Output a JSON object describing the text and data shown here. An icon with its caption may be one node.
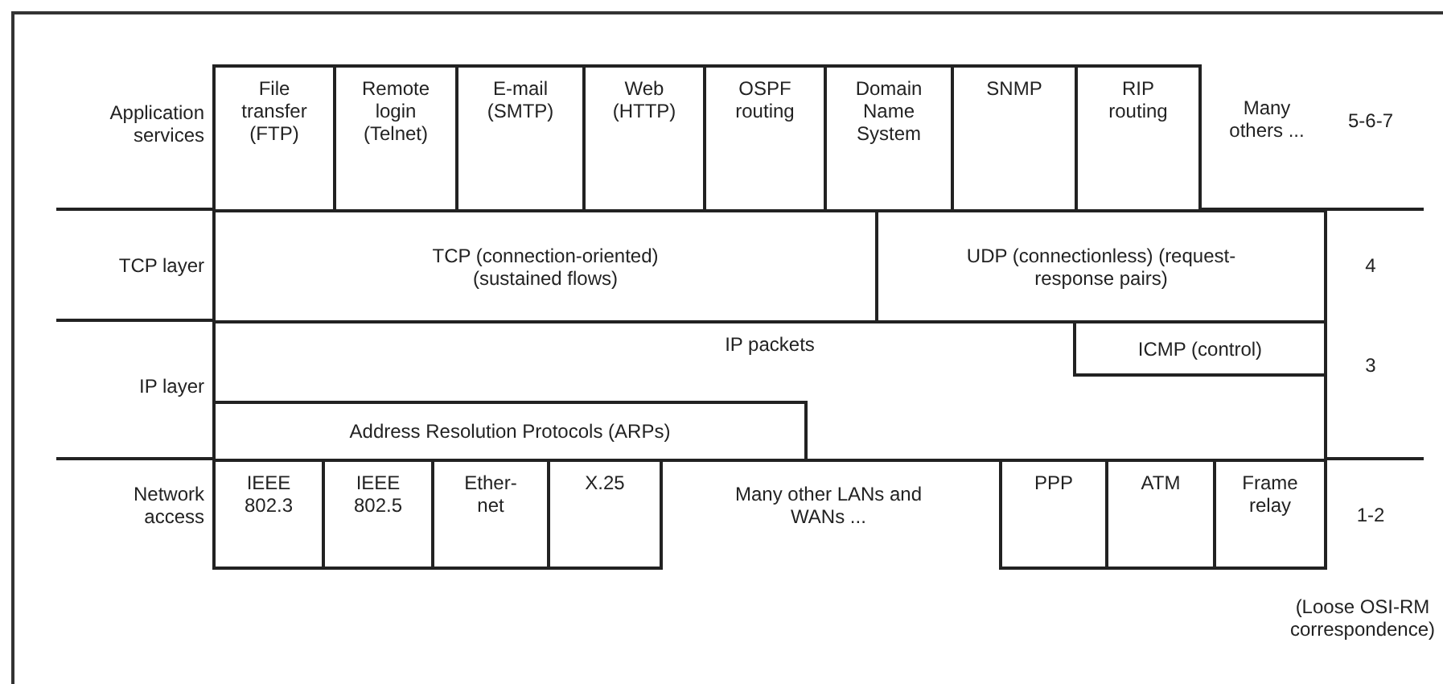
{
  "diagram": {
    "nodes": [
      {
        "text": [
          "File transfer (FTP)"
        ]
      },
      {
        "text": [
          "Remote login (Telnet)"
        ]
      },
      {
        "text": [
          "E-mail (SMTP)"
        ]
      },
      {
        "text": [
          "Web (HTTP)"
        ]
      },
      {
        "text": [
          "OSPF routing"
        ]
      },
      {
        "text": [
          "Domain Name System"
        ]
      },
      {
        "text": [
          "SNMP"
        ]
      },
      {
        "text": [
          "RIP routing"
        ]
      },
      {
        "text": [
          "TCP (connection-oriented) (sustained flows)"
        ]
      },
      {
        "text": [
          "UDP (connectionless) (request-response pairs)"
        ]
      },
      {
        "text": [
          "IP packets"
        ]
      },
      {
        "text": [
          "ICMP (control)"
        ],
        "in": 10
      },
      {
        "text": [
          "Address Resolution Protocols (ARPs)"
        ],
        "in": 10
      },
      {
        "text": [
          "IEEE 802.3"
        ]
      },
      {
        "text": [
          "IEEE 802.5"
        ]
      },
      {
        "text": [
          "Ether- net"
        ]
      },
      {
        "text": [
          "X.25"
        ]
      },
      {
        "text": [
          "PPP"
        ]
      },
      {
        "text": [
          "ATM"
        ]
      },
      {
        "text": [
          "Frame relay"
        ]
      }
    ],
    "labels": [
      "Application services",
      "Many others ...",
      "5-6-7",
      "TCP layer",
      "4",
      "IP layer",
      "3",
      "Network access",
      "Many other LANs and WANs ...",
      "1-2",
      "(Loose OSI-RM correspondence)"
    ]
  }
}
